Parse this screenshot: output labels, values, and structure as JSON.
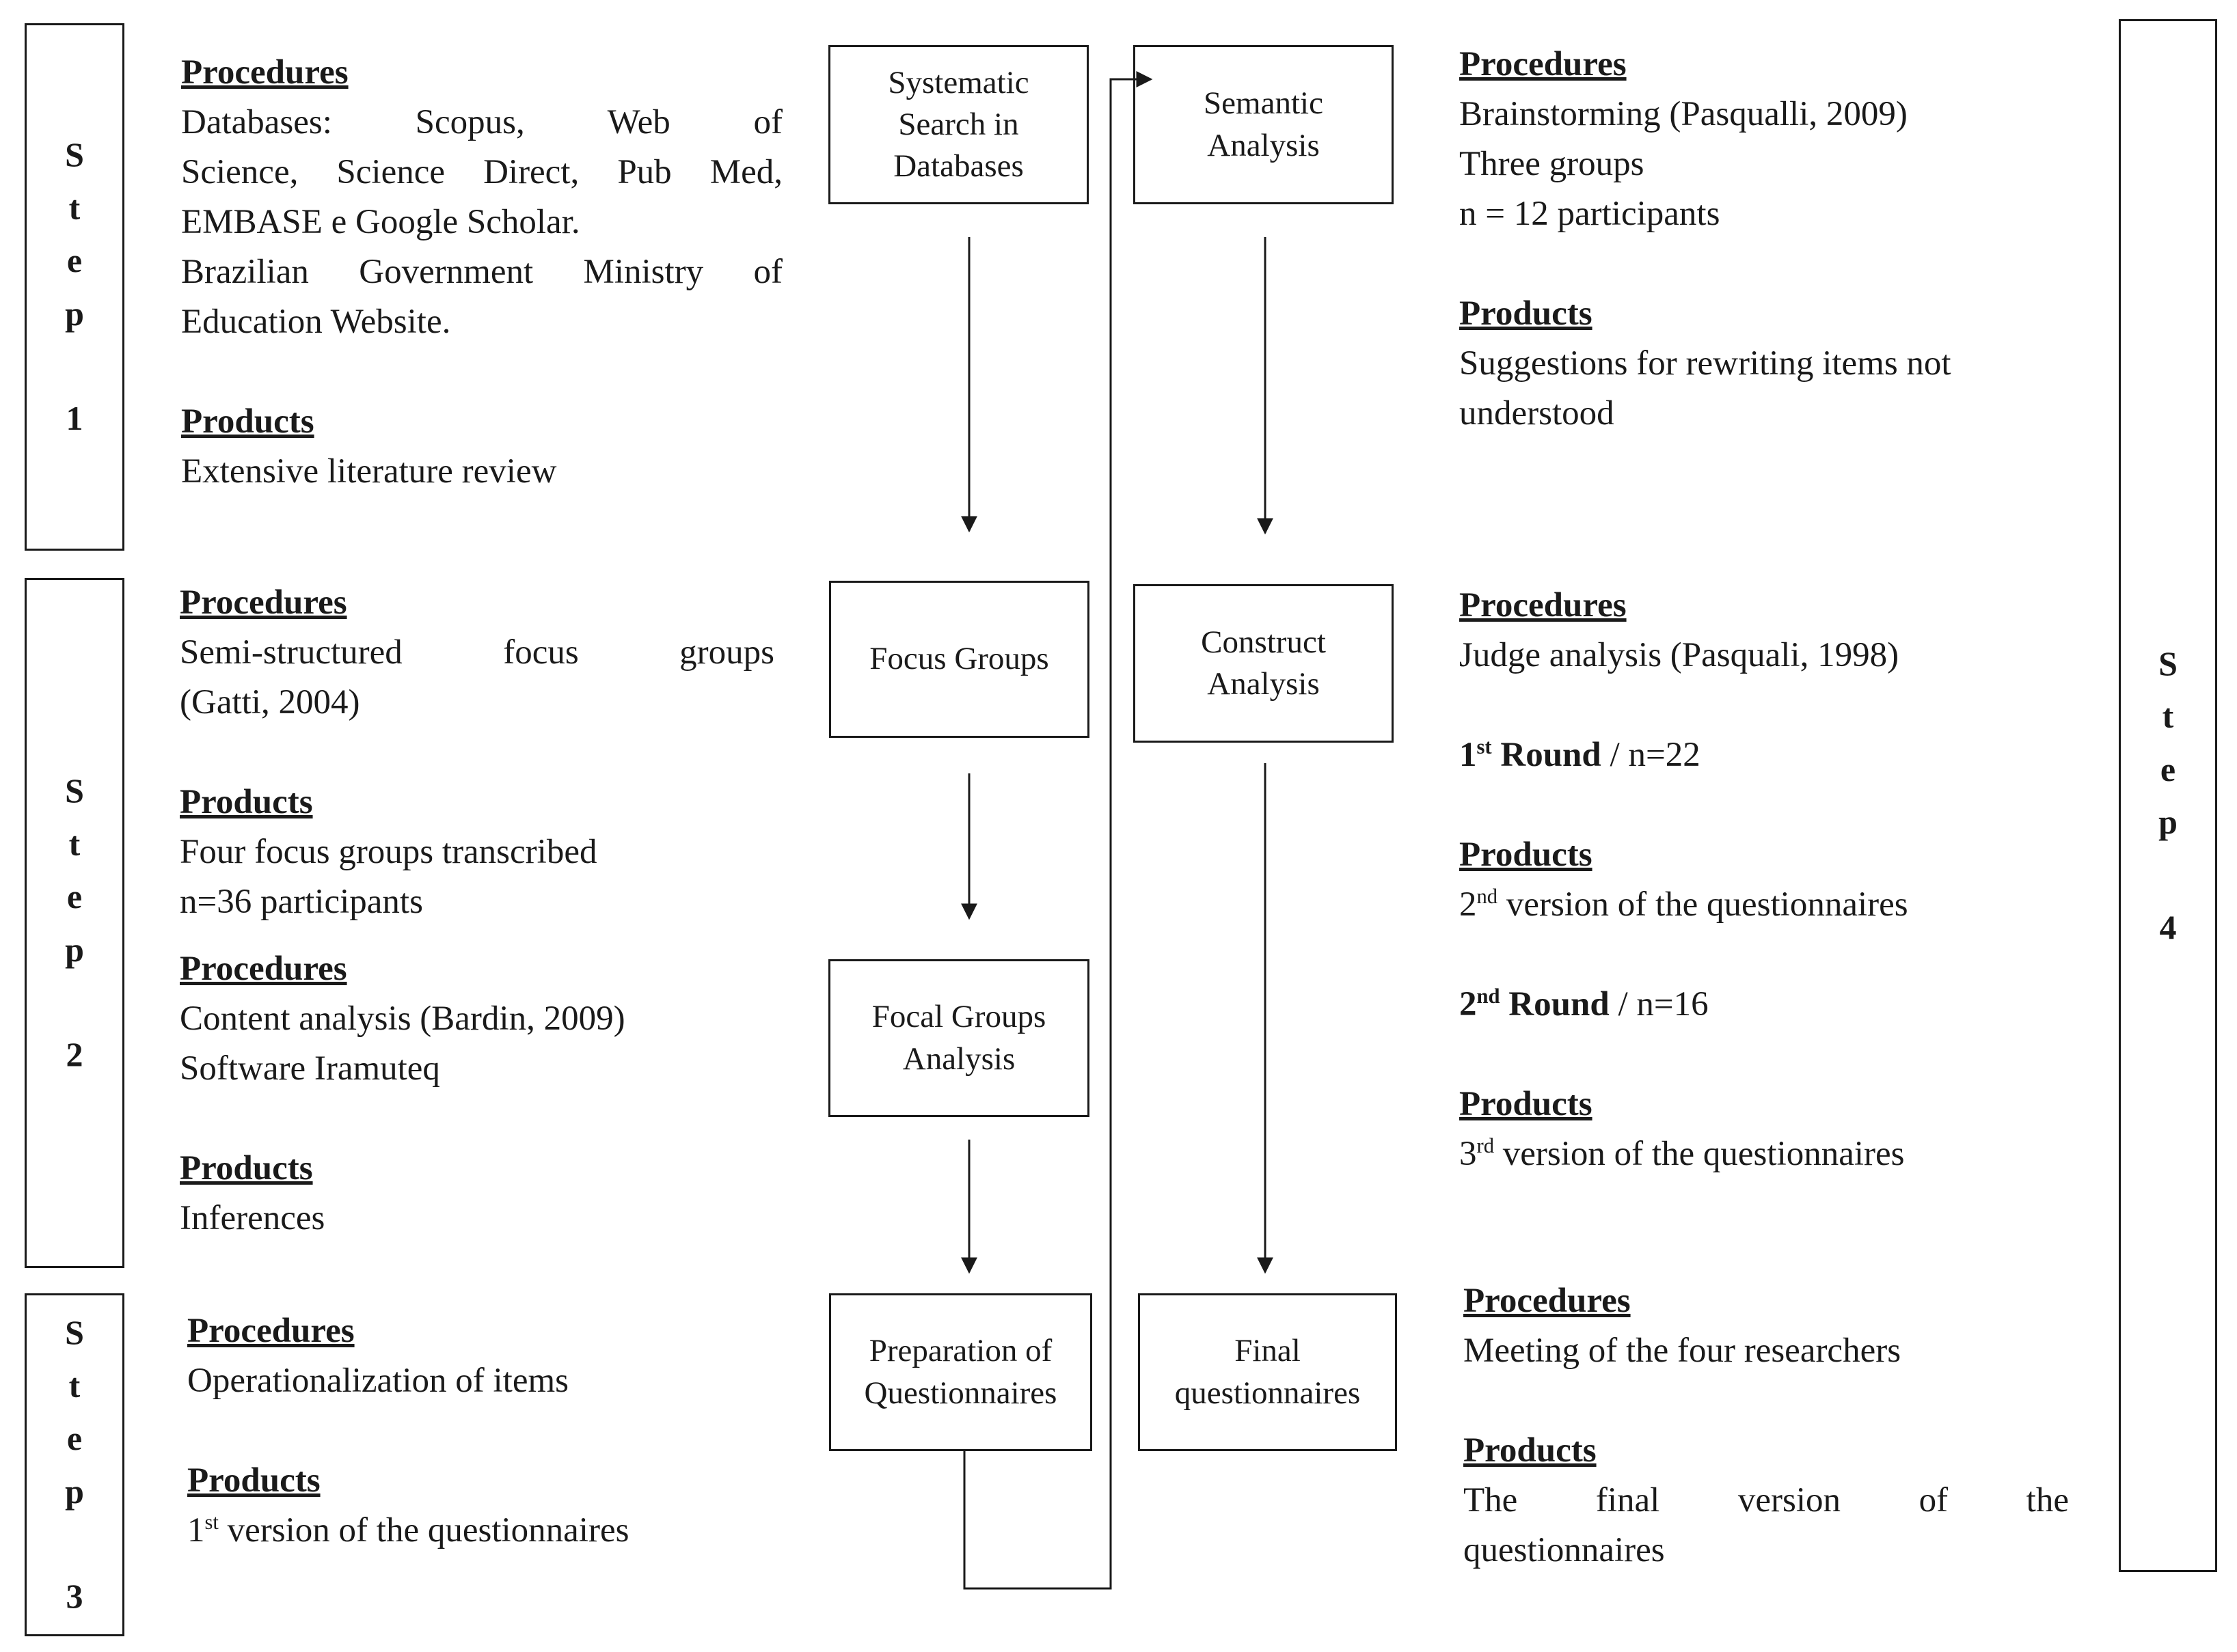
{
  "steps": {
    "s1": {
      "letters": [
        "S",
        "t",
        "e",
        "p"
      ],
      "num": "1"
    },
    "s2": {
      "letters": [
        "S",
        "t",
        "e",
        "p"
      ],
      "num": "2"
    },
    "s3": {
      "letters": [
        "S",
        "t",
        "e",
        "p"
      ],
      "num": "3"
    },
    "s4": {
      "letters": [
        "S",
        "t",
        "e",
        "p"
      ],
      "num": "4"
    }
  },
  "flow": {
    "systematic_search": [
      "Systematic",
      "Search in",
      "Databases"
    ],
    "focus_groups": [
      "Focus Groups"
    ],
    "focal_groups_analysis": [
      "Focal Groups",
      "Analysis"
    ],
    "preparation": [
      "Preparation of",
      "Questionnaires"
    ],
    "semantic": [
      "Semantic",
      "Analysis"
    ],
    "construct": [
      "Construct",
      "Analysis"
    ],
    "final": [
      "Final",
      "questionnaires"
    ]
  },
  "left": {
    "step1": {
      "procedures_heading": "Procedures",
      "procedures_lines": [
        "Databases: Scopus, Web of",
        "Science, Science Direct, Pub Med,",
        "EMBASE e Google Scholar.",
        "Brazilian Government Ministry of",
        "Education Website."
      ],
      "products_heading": "Products",
      "products_lines": [
        "Extensive literature review"
      ]
    },
    "step2a": {
      "procedures_heading": "Procedures",
      "procedures_lines": [
        "Semi-structured focus groups",
        "(Gatti, 2004)"
      ],
      "products_heading": "Products",
      "products_lines": [
        "Four focus groups transcribed",
        "n=36 participants"
      ]
    },
    "step2b": {
      "procedures_heading": "Procedures",
      "procedures_lines": [
        "Content analysis (Bardin, 2009)",
        "Software Iramuteq"
      ],
      "products_heading": "Products",
      "products_lines": [
        "Inferences"
      ]
    },
    "step3": {
      "procedures_heading": "Procedures",
      "procedures_lines": [
        "Operationalization of items"
      ],
      "products_heading": "Products",
      "products_pre": "1",
      "products_sup": "st",
      "products_post": " version of the questionnaires"
    }
  },
  "right": {
    "semantic": {
      "procedures_heading": "Procedures",
      "procedures_lines": [
        "Brainstorming (Pasqualli, 2009)",
        "Three groups",
        "n = 12 participants"
      ],
      "products_heading": "Products",
      "products_lines": [
        "Suggestions for rewriting items not",
        "understood"
      ]
    },
    "construct": {
      "procedures_heading": "Procedures",
      "procedures_lines": [
        "Judge analysis (Pasquali, 1998)"
      ],
      "round1_num": "1",
      "round1_sup": "st",
      "round1_label": " Round",
      "round1_n": " / n=22",
      "products1_heading": "Products",
      "products1_pre": "2",
      "products1_sup": "nd",
      "products1_post": " version of the questionnaires",
      "round2_num": "2",
      "round2_sup": "nd",
      "round2_label": " Round",
      "round2_n": " / n=16",
      "products2_heading": "Products",
      "products2_pre": "3",
      "products2_sup": "rd",
      "products2_post": " version of the questionnaires"
    },
    "final": {
      "procedures_heading": "Procedures",
      "procedures_lines": [
        "Meeting of the four researchers"
      ],
      "products_heading": "Products",
      "products_lines": [
        "The final version of the",
        "questionnaires"
      ]
    }
  }
}
